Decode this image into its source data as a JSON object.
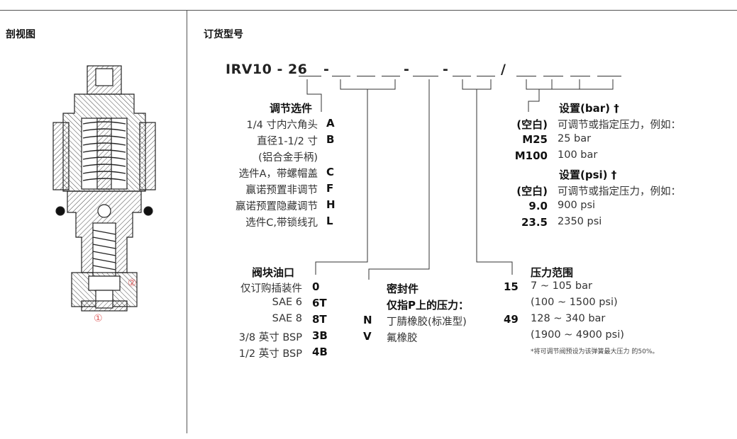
{
  "sections": {
    "cross_section_title": "剖视图",
    "ordering_title": "订货型号"
  },
  "model_prefix": "IRV10 - 26",
  "seps": [
    "-",
    "-",
    "-",
    "/"
  ],
  "ports": {
    "p1": "①",
    "p2": "②"
  },
  "adjust": {
    "title": "调节选件",
    "items": [
      {
        "label": "1/4 寸内六角头",
        "code": "A"
      },
      {
        "label": "直径1-1/2 寸",
        "code": "B"
      },
      {
        "label": "(铝合金手柄)",
        "code": ""
      },
      {
        "label": "选件A，带螺帽盖",
        "code": "C"
      },
      {
        "label": "赢诺预置非调节",
        "code": "F"
      },
      {
        "label": "赢诺预置隐藏调节",
        "code": "H"
      },
      {
        "label": "选件C,带锁线孔",
        "code": "L"
      }
    ]
  },
  "body": {
    "title": "阀块油口",
    "items": [
      {
        "label": "仅订购插装件",
        "code": "0"
      },
      {
        "label": "SAE 6",
        "code": "6T"
      },
      {
        "label": "SAE 8",
        "code": "8T"
      },
      {
        "label": "3/8 英寸 BSP",
        "code": "3B"
      },
      {
        "label": "1/2 英寸 BSP",
        "code": "4B"
      }
    ]
  },
  "seals": {
    "title": "密封件",
    "subtitle": "仅指P上的压力：",
    "items": [
      {
        "code": "N",
        "label": "丁腈橡胶(标准型)"
      },
      {
        "code": "V",
        "label": "氟橡胶"
      }
    ]
  },
  "pressure": {
    "title": "压力范围",
    "items": [
      {
        "code": "15",
        "label": "7 ~ 105 bar"
      },
      {
        "code": "",
        "label": "(100 ~ 1500 psi)"
      },
      {
        "code": "49",
        "label": "128 ~ 340 bar"
      },
      {
        "code": "",
        "label": " (1900 ~ 4900 psi)"
      }
    ],
    "note": "*将可调节阀预设为该弹簧最大压力 的50%。"
  },
  "setting": {
    "title_bar": "设置(bar) †",
    "bar_items": [
      {
        "code": "(空白)",
        "label": "可调节或指定压力，例如："
      },
      {
        "code": "M25",
        "label": "25 bar"
      },
      {
        "code": "M100",
        "label": "100 bar"
      }
    ],
    "title_psi": "设置(psi) †",
    "psi_items": [
      {
        "code": "(空白)",
        "label": "可调节或指定压力，例如："
      },
      {
        "code": "9.0",
        "label": "900 psi"
      },
      {
        "code": "23.5",
        "label": "2350 psi"
      }
    ]
  }
}
